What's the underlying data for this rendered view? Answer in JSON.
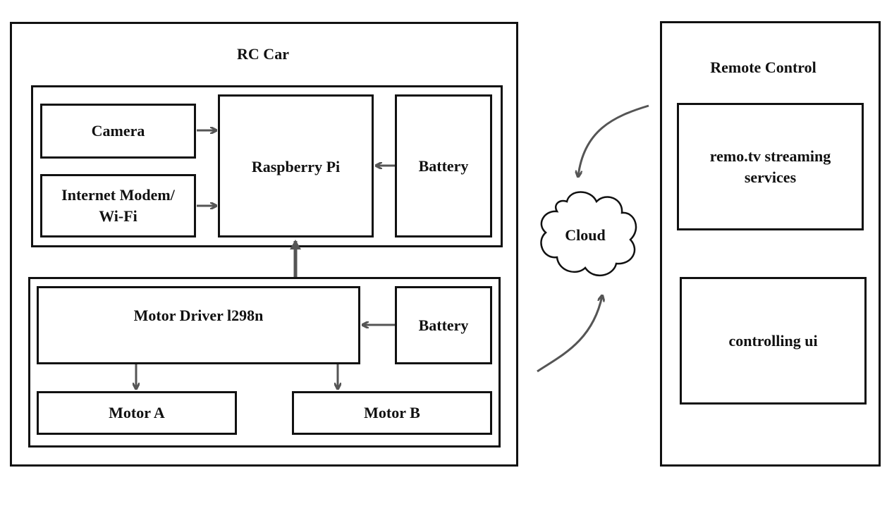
{
  "rc_car": {
    "title": "RC Car",
    "camera": "Camera",
    "modem": "Internet Modem/\nWi-Fi",
    "raspberry_pi": "Raspberry Pi",
    "battery_top": "Battery",
    "motor_driver": "Motor Driver l298n",
    "battery_bottom": "Battery",
    "motor_a": "Motor A",
    "motor_b": "Motor B"
  },
  "cloud": {
    "label": "Cloud"
  },
  "remote_control": {
    "title": "Remote Control",
    "streaming": "remo.tv streaming\nservices",
    "controlling_ui": "controlling ui"
  },
  "colors": {
    "arrow": "#555555",
    "border": "#111111"
  }
}
